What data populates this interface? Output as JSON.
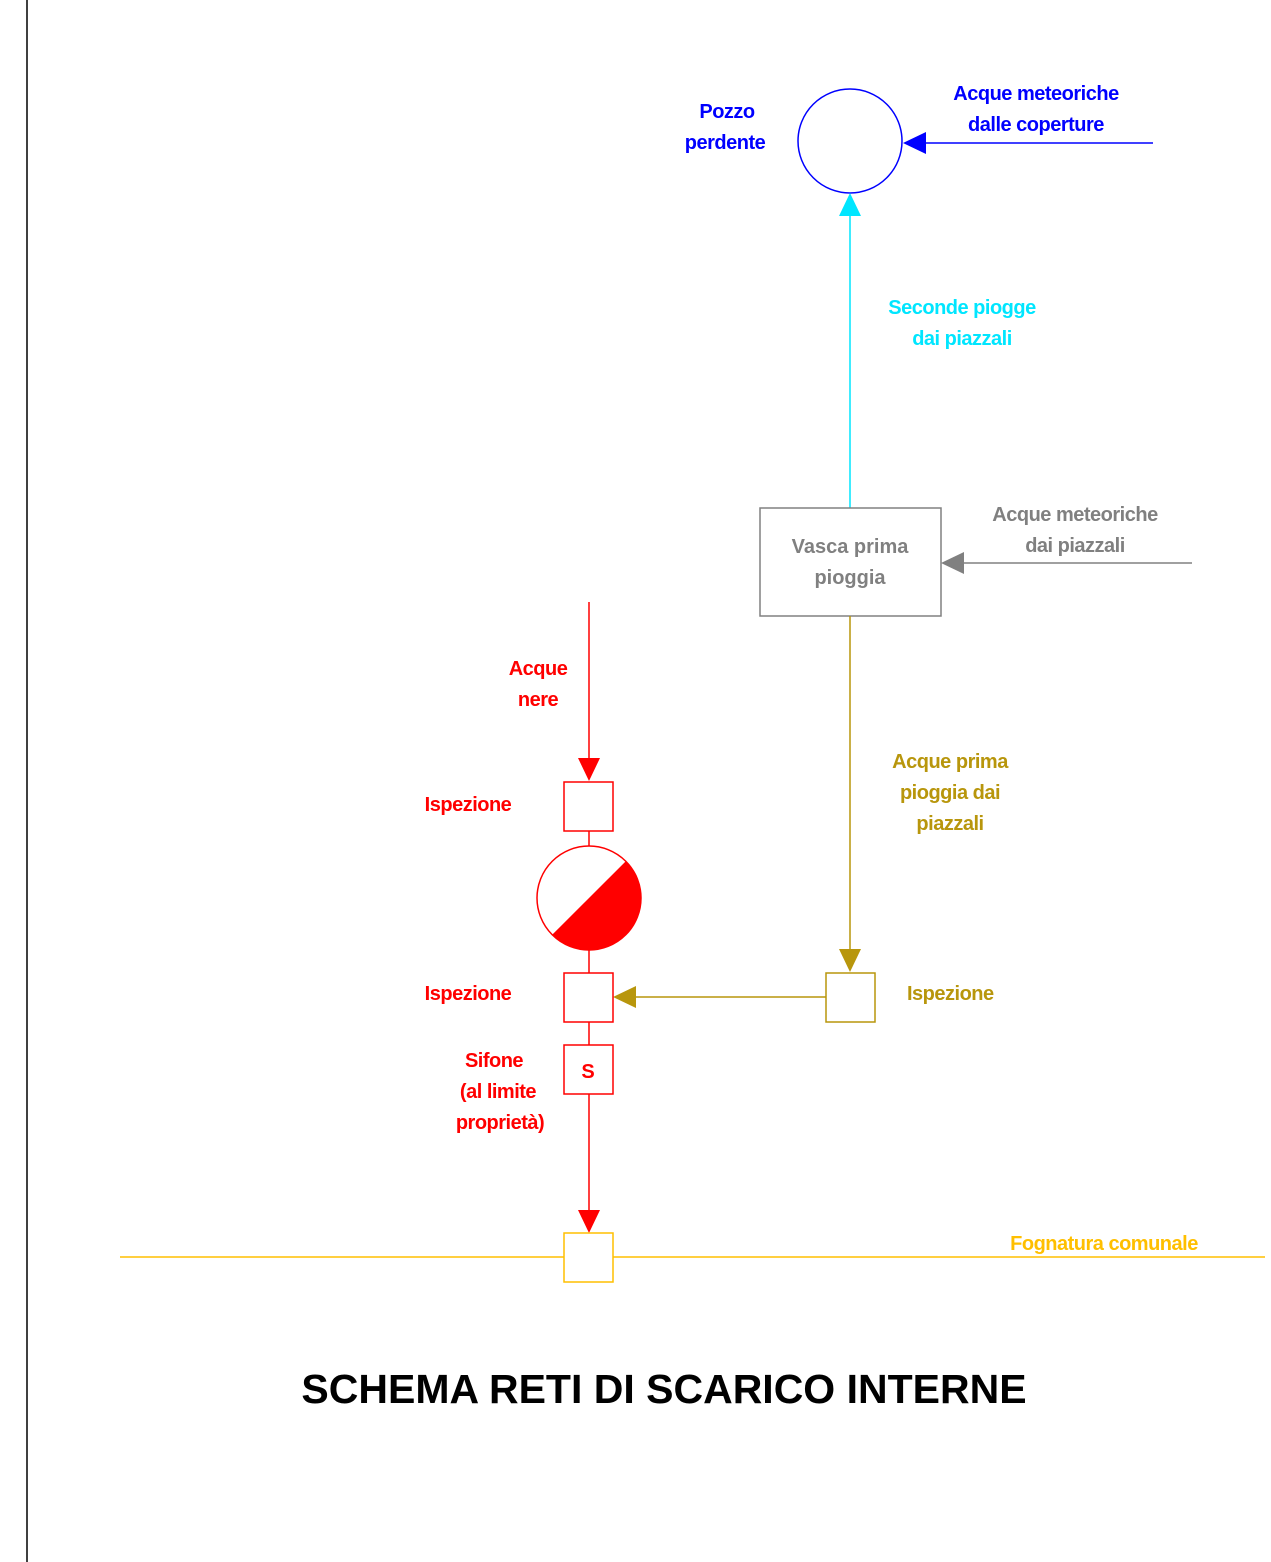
{
  "title": "SCHEMA RETI DI SCARICO INTERNE",
  "colors": {
    "blue": "#0000ff",
    "cyan": "#00e6ff",
    "gray": "#808080",
    "red": "#ff0000",
    "brown": "#b8960c",
    "yellow": "#ffbf00",
    "black": "#000000"
  },
  "labels": {
    "pozzo": [
      "Pozzo",
      "perdente"
    ],
    "meteoriche_coperture": [
      "Acque meteoriche",
      "dalle coperture"
    ],
    "seconde_piogge": [
      "Seconde piogge",
      "dai piazzali"
    ],
    "vasca": [
      "Vasca prima",
      "pioggia"
    ],
    "meteoriche_piazzali": [
      "Acque meteoriche",
      "dai piazzali"
    ],
    "acque_nere": [
      "Acque",
      "nere"
    ],
    "ispezione_top": "Ispezione",
    "prima_pioggia": [
      "Acque prima",
      "pioggia dai",
      "piazzali"
    ],
    "ispezione_mid": "Ispezione",
    "ispezione_right": "Ispezione",
    "sifone": [
      "Sifone",
      "(al limite",
      "proprietà)"
    ],
    "sifone_symbol": "S",
    "fognatura": "Fognatura comunale"
  }
}
